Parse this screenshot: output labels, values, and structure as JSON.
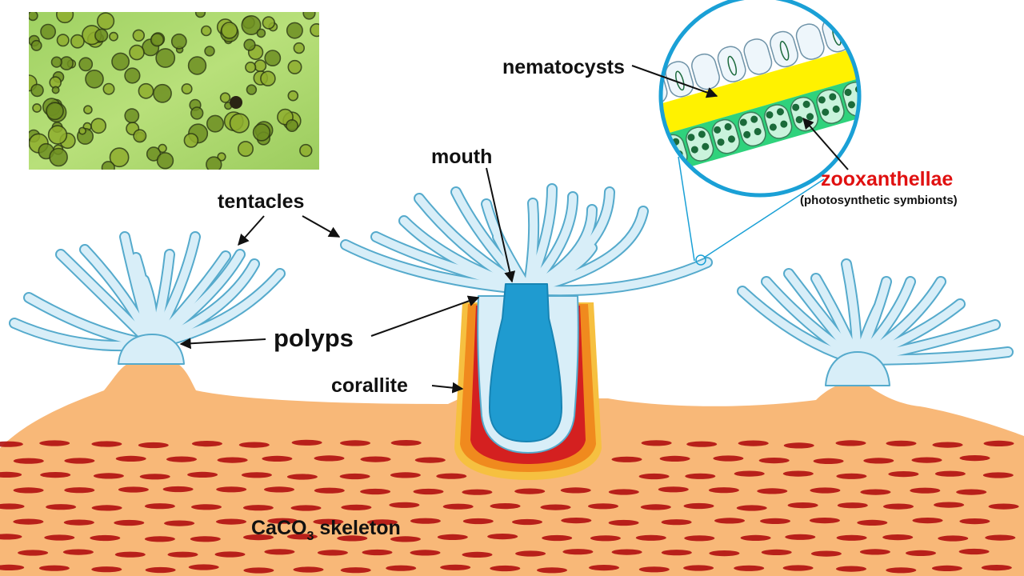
{
  "labels": {
    "nematocysts": "nematocysts",
    "mouth": "mouth",
    "tentacles": "tentacles",
    "zooxanthellae": "zooxanthellae",
    "zooxanthellae_note": "(photosynthetic symbionts)",
    "polyps": "polyps",
    "corallite": "corallite",
    "skeleton_prefix": "CaCO",
    "skeleton_subscript": "3",
    "skeleton_suffix": " skeleton"
  },
  "colors": {
    "skeleton": "#f8b878",
    "skeleton_pores": "#b01010",
    "polyp_fill": "#d8eef8",
    "polyp_outline": "#55aacc",
    "gut": "#1f9bd0",
    "corallite_red": "#d42020",
    "corallite_orange": "#f08a1e",
    "corallite_yellow": "#f6c040",
    "zoom_ring": "#1aa0d6",
    "tissue_yellow": "#fff200",
    "tissue_green": "#2fd27c",
    "label_red": "#e01010",
    "micrograph_bg": "#a8d66a"
  }
}
